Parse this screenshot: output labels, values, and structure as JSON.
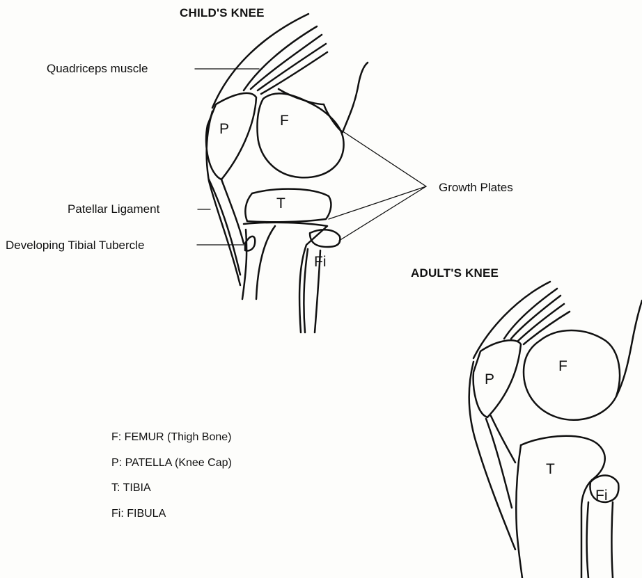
{
  "titles": {
    "child": "CHILD'S KNEE",
    "adult": "ADULT'S KNEE"
  },
  "callouts": {
    "quadriceps": "Quadriceps muscle",
    "patellar_ligament": "Patellar Ligament",
    "tibial_tubercle": "Developing Tibial Tubercle",
    "growth_plates": "Growth Plates"
  },
  "bone_letters": {
    "femur": "F",
    "patella": "P",
    "tibia": "T",
    "fibula": "Fi"
  },
  "legend": [
    "F: FEMUR (Thigh Bone)",
    "P: PATELLA (Knee Cap)",
    "T: TIBIA",
    "Fi: FIBULA"
  ]
}
